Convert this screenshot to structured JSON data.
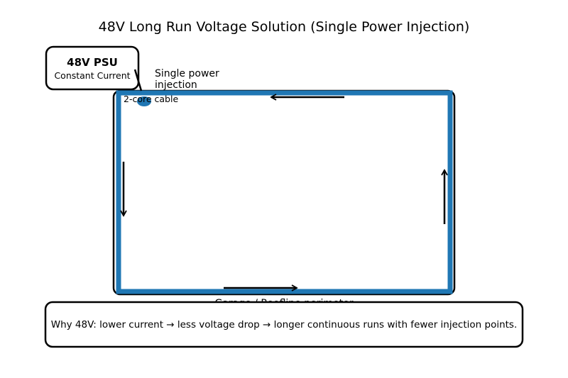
{
  "title": "48V Long Run Voltage Solution (Single Power Injection)",
  "psu": {
    "label": "48V PSU",
    "mode": "Constant Current"
  },
  "injection": {
    "label_line1": "Single power",
    "label_line2": "injection",
    "cable": "2-core cable"
  },
  "perimeter": {
    "label": "Garage / Roofline perimeter"
  },
  "note": {
    "text": "Why 48V: lower current → less voltage drop → longer continuous runs with fewer injection points."
  },
  "colors": {
    "strip": "#1f77b4",
    "outline": "#000000",
    "background": "#ffffff"
  }
}
